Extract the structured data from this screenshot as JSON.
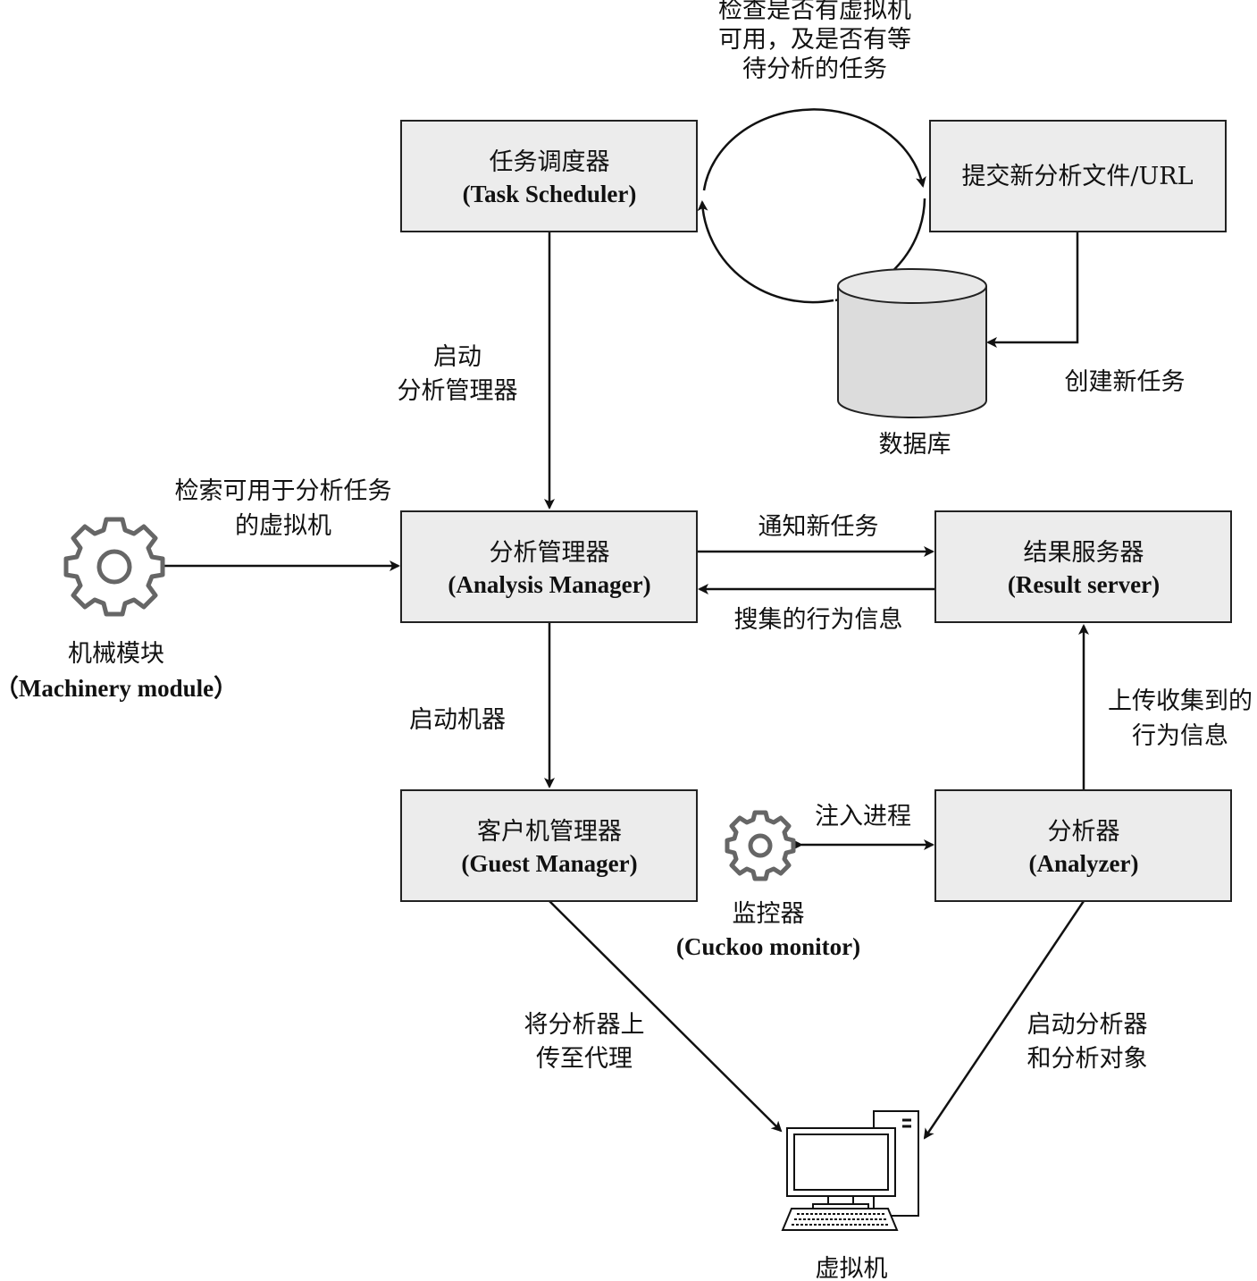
{
  "nodes": {
    "task_scheduler": {
      "zh": "任务调度器",
      "en": "(Task Scheduler)"
    },
    "submit": {
      "zh": "提交新分析文件/URL"
    },
    "database": {
      "zh": "数据库"
    },
    "analysis_manager": {
      "zh": "分析管理器",
      "en": "(Analysis Manager)"
    },
    "result_server": {
      "zh": "结果服务器",
      "en": "(Result server)"
    },
    "machinery": {
      "zh": "机械模块",
      "en": "（Machinery module）"
    },
    "guest_manager": {
      "zh": "客户机管理器",
      "en": "(Guest Manager)"
    },
    "analyzer": {
      "zh": "分析器",
      "en": "(Analyzer)"
    },
    "monitor": {
      "zh": "监控器",
      "en": "(Cuckoo monitor)"
    },
    "vm": {
      "zh": "虚拟机"
    }
  },
  "edges": {
    "check_vm": [
      "检查是否有虚拟机",
      "可用，及是否有等",
      "待分析的任务"
    ],
    "create_task": "创建新任务",
    "start_analysis_manager": [
      "启动",
      "分析管理器"
    ],
    "retrieve_vm": [
      "检索可用于分析任务",
      "的虚拟机"
    ],
    "notify_task": "通知新任务",
    "collected_behavior": "搜集的行为信息",
    "start_machine": "启动机器",
    "upload_behavior": [
      "上传收集到的",
      "行为信息"
    ],
    "inject_process": "注入进程",
    "upload_analyzer": [
      "将分析器上",
      "传至代理"
    ],
    "start_analyzer": [
      "启动分析器",
      "和分析对象"
    ]
  }
}
